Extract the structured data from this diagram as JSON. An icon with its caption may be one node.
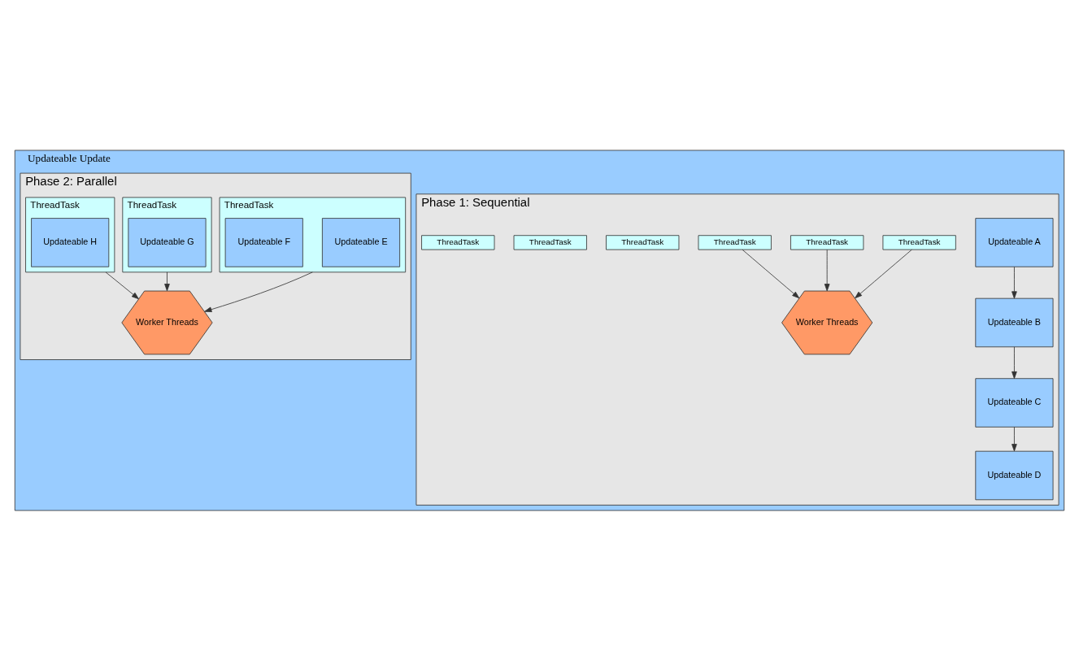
{
  "diagram": {
    "nodes": [
      {
        "text": [
          "Updateable Update"
        ]
      },
      {
        "text": [
          "Phase 1: Sequential"
        ],
        "in": 0
      },
      {
        "text": [
          "Updateable A"
        ],
        "in": 1
      },
      {
        "text": [
          "ThreadTask"
        ],
        "in": 1
      },
      {
        "text": [
          "ThreadTask"
        ],
        "in": 1
      },
      {
        "text": [
          "ThreadTask"
        ],
        "in": 1
      },
      {
        "text": [
          "Worker Threads"
        ],
        "in": 1
      },
      {
        "text": [
          "Updateable B"
        ],
        "in": 1
      },
      {
        "text": [
          "Updateable C"
        ],
        "in": 1
      },
      {
        "text": [
          "ThreadTask"
        ],
        "in": 1
      },
      {
        "text": [
          "ThreadTask"
        ],
        "in": 1
      },
      {
        "text": [
          "ThreadTask"
        ],
        "in": 1
      },
      {
        "text": [
          "Updateable D"
        ],
        "in": 1
      },
      {
        "text": [
          "Phase 2: Parallel"
        ],
        "in": 0
      },
      {
        "text": [
          "Worker Threads"
        ],
        "in": 13
      },
      {
        "text": [
          "ThreadTask"
        ],
        "in": 13
      },
      {
        "text": [
          "Updateable E"
        ],
        "in": 15
      },
      {
        "text": [
          "Updateable F"
        ],
        "in": 15
      },
      {
        "text": [
          "ThreadTask"
        ],
        "in": 13
      },
      {
        "text": [
          "Updateable G"
        ],
        "in": 18
      },
      {
        "text": [
          "ThreadTask"
        ],
        "in": 13
      },
      {
        "text": [
          "Updateable H"
        ],
        "in": 20
      }
    ],
    "edges": [
      {
        "from": 3,
        "to": 6,
        "arrow": "to"
      },
      {
        "from": 4,
        "to": 6,
        "arrow": "to"
      },
      {
        "from": 5,
        "to": 6,
        "arrow": "to"
      },
      {
        "from": 2,
        "to": 7,
        "arrow": "to"
      },
      {
        "from": 7,
        "to": 8,
        "arrow": "to"
      },
      {
        "from": 8,
        "to": 12,
        "arrow": "to"
      },
      {
        "from": 15,
        "to": 14,
        "arrow": "to"
      },
      {
        "from": 18,
        "to": 14,
        "arrow": "to"
      },
      {
        "from": 20,
        "to": 14,
        "arrow": "to"
      }
    ]
  }
}
